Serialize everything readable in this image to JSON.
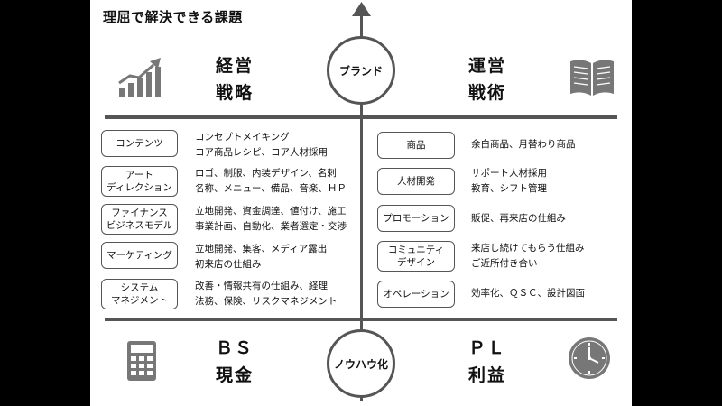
{
  "title": "理屈で解決できる課題",
  "top_circle": "ブランド",
  "bottom_circle": "ノウハウ化",
  "quadrants": {
    "top_left": [
      "経営",
      "戦略"
    ],
    "top_right": [
      "運営",
      "戦術"
    ],
    "bottom_left": [
      "ＢＳ",
      "現金"
    ],
    "bottom_right": [
      "ＰＬ",
      "利益"
    ]
  },
  "left_items": [
    {
      "label": [
        "コンテンツ"
      ],
      "desc": [
        "コンセプトメイキング",
        "コア商品レシピ、コア人材採用"
      ]
    },
    {
      "label": [
        "アート",
        "ディレクション"
      ],
      "desc": [
        "ロゴ、制服、内装デザイン、名刺",
        "名称、メニュー、備品、音楽、ＨＰ"
      ]
    },
    {
      "label": [
        "ファイナンス",
        "ビジネスモデル"
      ],
      "desc": [
        "立地開発、資金調達、値付け、施工",
        "事業計画、自動化、業者選定・交渉"
      ]
    },
    {
      "label": [
        "マーケティング"
      ],
      "desc": [
        "立地開発、集客、メディア露出",
        "初来店の仕組み"
      ]
    },
    {
      "label": [
        "システム",
        "マネジメント"
      ],
      "desc": [
        "改善・情報共有の仕組み、経理",
        "法務、保険、リスクマネジメント"
      ]
    }
  ],
  "right_items": [
    {
      "label": [
        "商品"
      ],
      "desc": [
        "余白商品、月替わり商品"
      ]
    },
    {
      "label": [
        "人材開発"
      ],
      "desc": [
        "サポート人材採用",
        "教育、シフト管理"
      ]
    },
    {
      "label": [
        "プロモーション"
      ],
      "desc": [
        "販促、再来店の仕組み"
      ]
    },
    {
      "label": [
        "コミュニティ",
        "デザイン"
      ],
      "desc": [
        "来店し続けてもらう仕組み",
        "ご近所付き合い"
      ]
    },
    {
      "label": [
        "オペレーション"
      ],
      "desc": [
        "効率化、ＱＳＣ、設計図面"
      ]
    }
  ],
  "icons": {
    "top_left": "bar-chart-growth-icon",
    "top_right": "open-book-icon",
    "bottom_left": "calculator-icon",
    "bottom_right": "clock-icon"
  },
  "colors": {
    "line": "#555555",
    "icon": "#777777"
  }
}
